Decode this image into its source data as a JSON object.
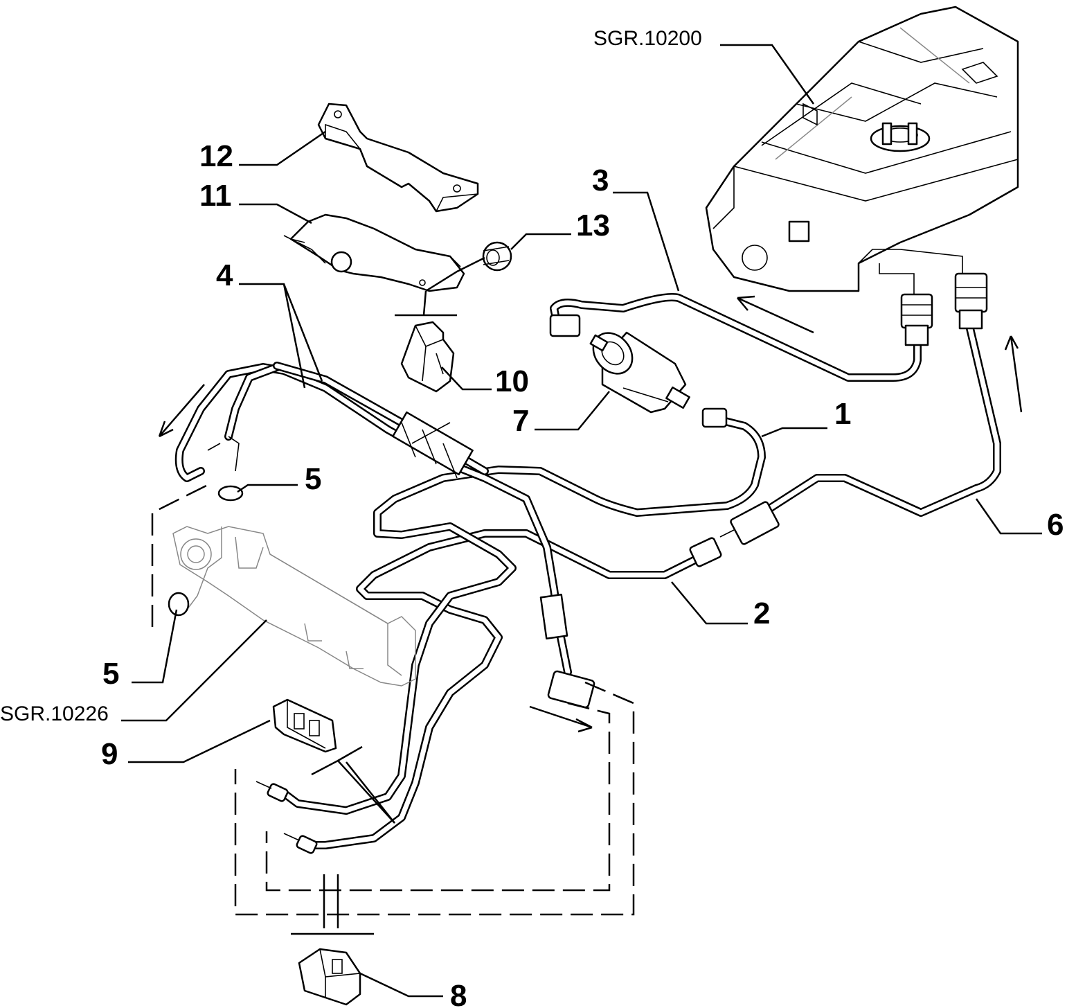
{
  "callouts": {
    "c1": "1",
    "c2": "2",
    "c3": "3",
    "c4": "4",
    "c5a": "5",
    "c5b": "5",
    "c6": "6",
    "c7": "7",
    "c8": "8",
    "c9": "9",
    "c10": "10",
    "c11": "11",
    "c12": "12",
    "c13": "13"
  },
  "references": {
    "tank": "SGR.10200",
    "rail": "SGR.10226"
  }
}
